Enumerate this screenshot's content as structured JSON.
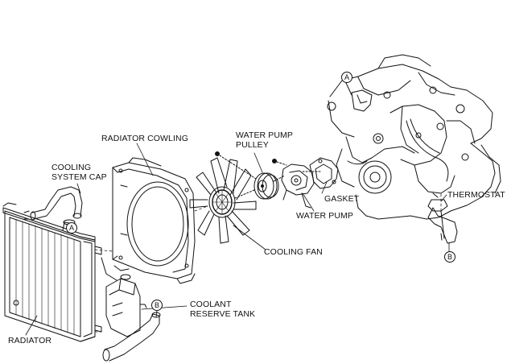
{
  "labels": {
    "radiator_cowling": "RADIATOR COWLING",
    "water_pump_pulley": [
      "WATER PUMP",
      "PULLEY"
    ],
    "cooling_system_cap": [
      "COOLING",
      "SYSTEM CAP"
    ],
    "gasket": "GASKET",
    "water_pump": "WATER PUMP",
    "thermostat": "THERMOSTAT",
    "cooling_fan": "COOLING FAN",
    "coolant_reserve_tank": [
      "COOLANT",
      "RESERVE TANK"
    ],
    "radiator": "RADIATOR"
  },
  "callouts": {
    "a": "A",
    "b": "B"
  }
}
